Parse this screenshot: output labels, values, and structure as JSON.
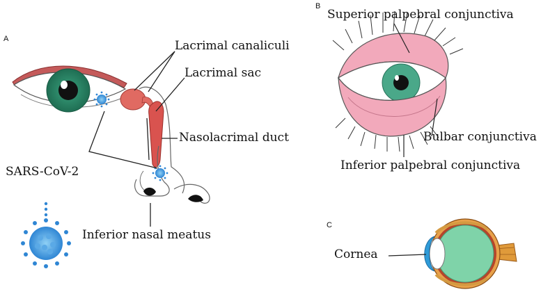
{
  "panels": {
    "a": "A",
    "b": "B",
    "c": "C"
  },
  "labels": {
    "lacrimal_canaliculi": "Lacrimal canaliculi",
    "lacrimal_sac": "Lacrimal sac",
    "nasolacrimal_duct": "Nasolacrimal duct",
    "sars_cov_2": "SARS-CoV-2",
    "inferior_nasal_meatus": "Inferior nasal meatus",
    "superior_palpebral_conjunctiva": "Superior palpebral conjunctiva",
    "bulbar_conjunctiva": "Bulbar conjunctiva",
    "inferior_palpebral_conjunctiva": "Inferior palpebral conjunctiva",
    "cornea": "Cornea"
  },
  "colors": {
    "iris": "#2e8b6a",
    "lacrimal_red": "#d9534f",
    "conjunctiva_pink": "#f2a9bb",
    "virus_blue": "#3f93d8",
    "eyeball_green": "#7fd3a9",
    "sclera_orange": "#e8a14a",
    "cornea_blue": "#2f9bd8"
  }
}
